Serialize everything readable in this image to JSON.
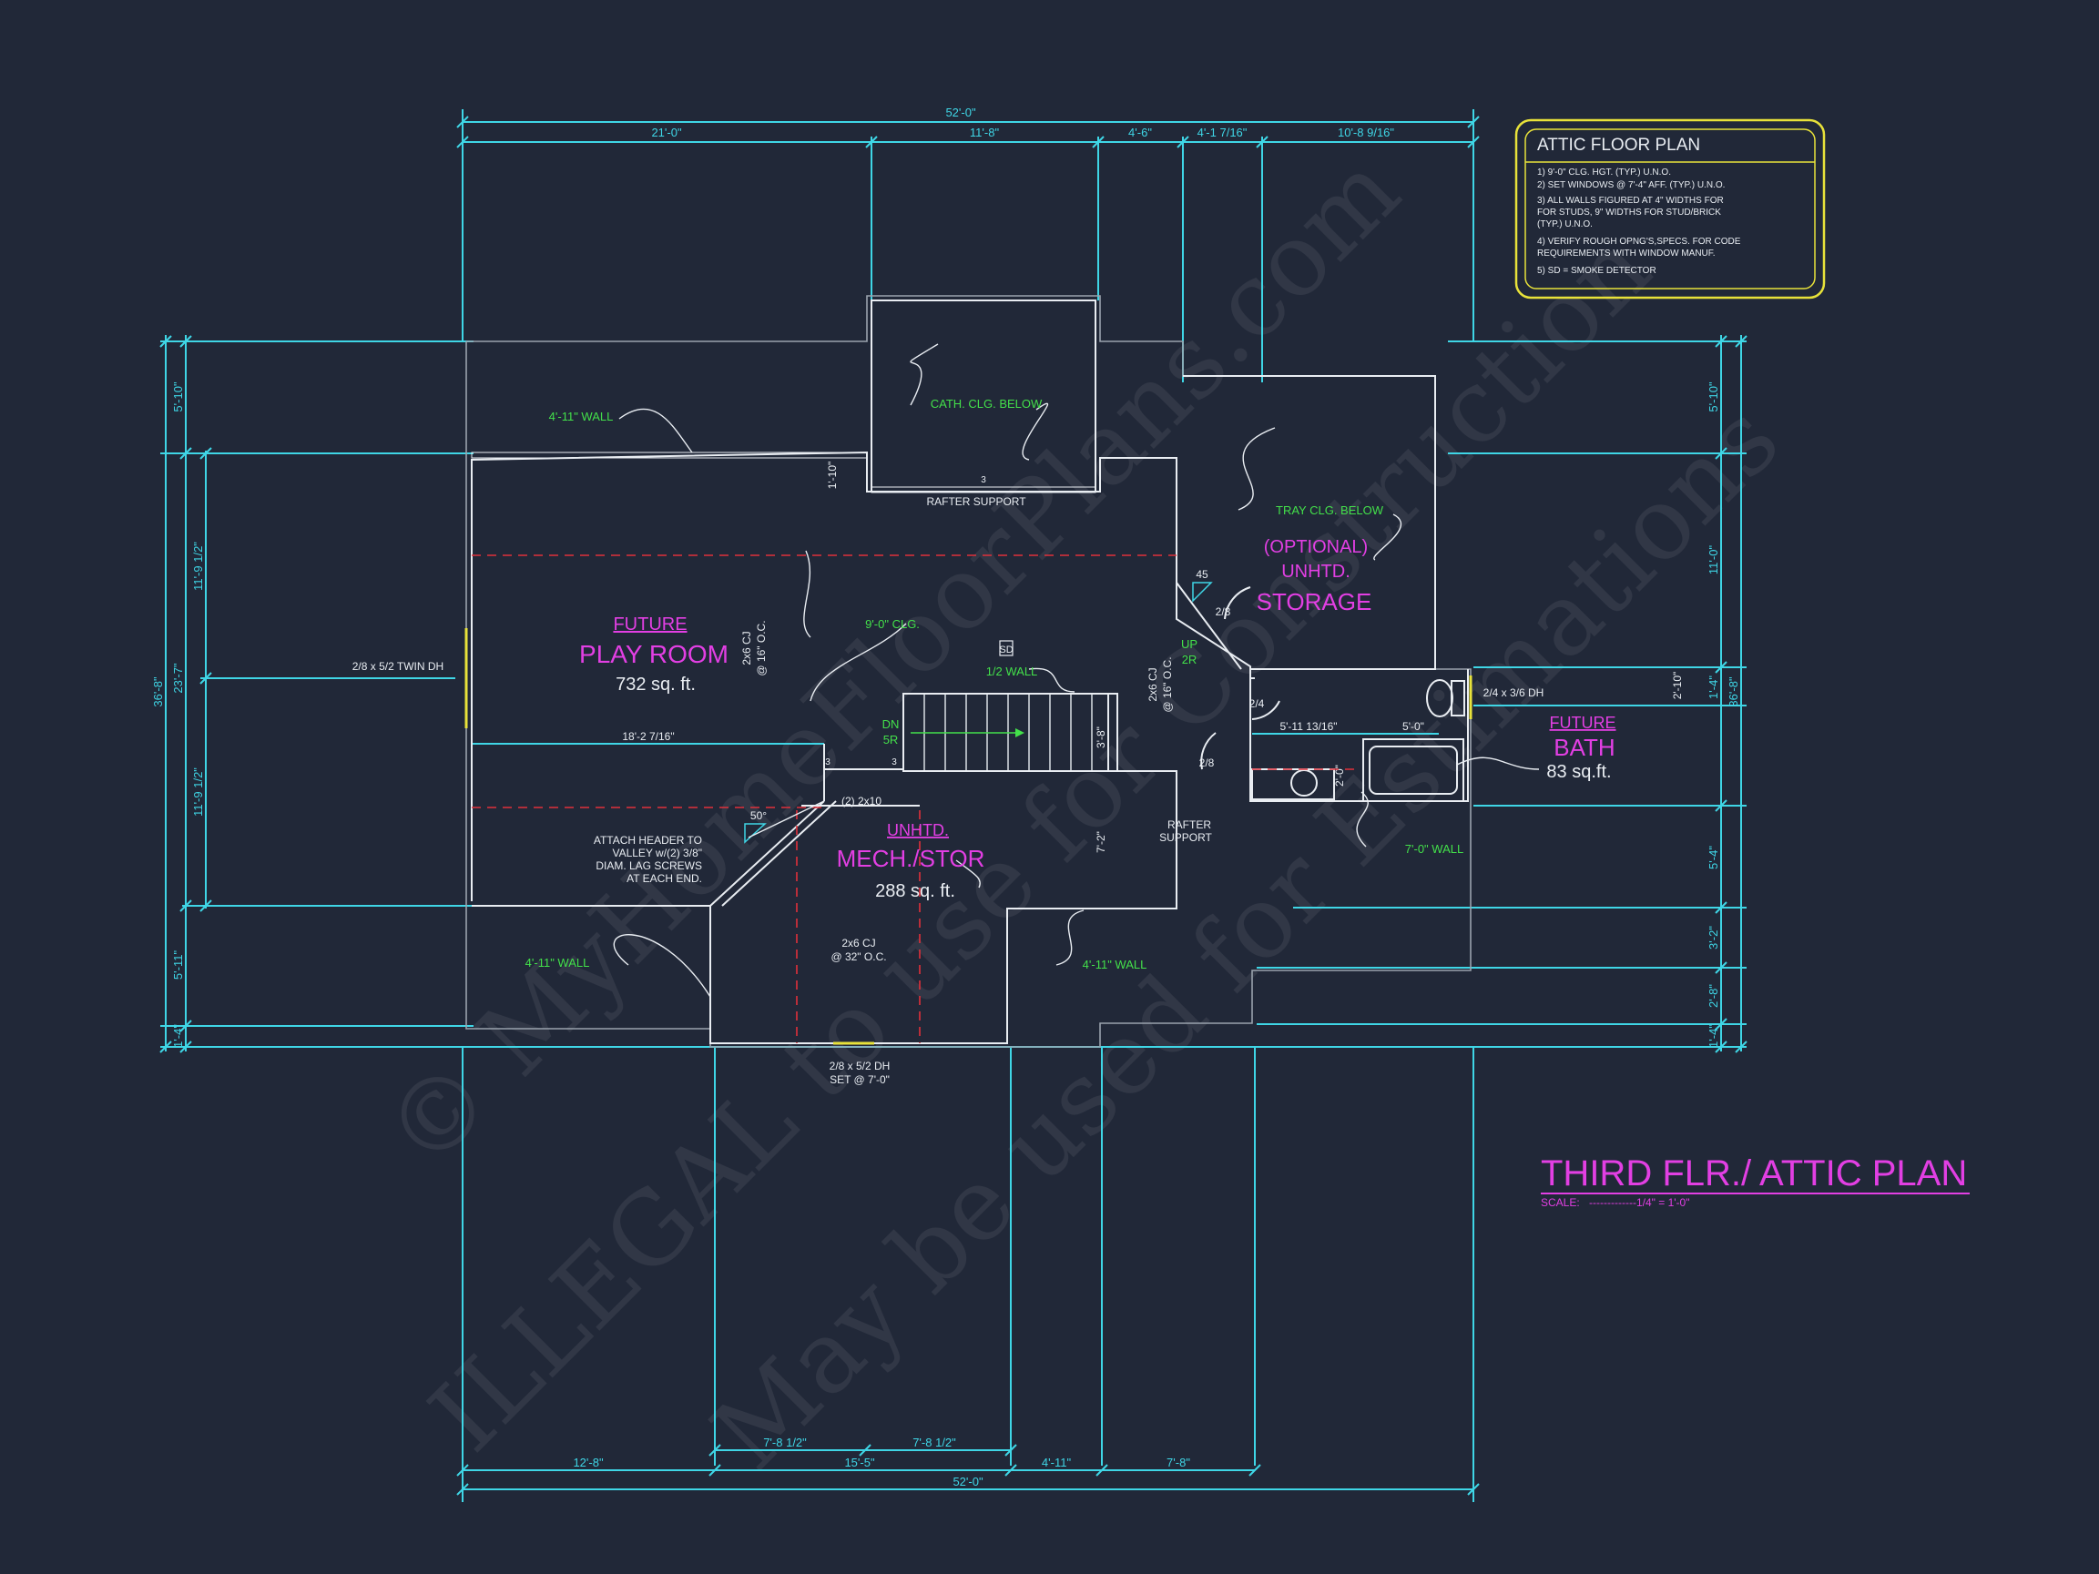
{
  "watermark": {
    "line1": "© MyHomeFloorPlans.com",
    "line2": "ILLEGAL to use for Construction",
    "line3": "May be used for Estimations"
  },
  "notes_box": {
    "title": "ATTIC FLOOR PLAN",
    "items": [
      "1) 9'-0\" CLG. HGT. (TYP.) U.N.O.",
      "2) SET WINDOWS @ 7'-4\" AFF. (TYP.) U.N.O.",
      "3) ALL WALLS FIGURED AT 4\" WIDTHS FOR",
      "    FOR STUDS, 9\" WIDTHS FOR STUD/BRICK",
      "    (TYP.) U.N.O.",
      "4) VERIFY ROUGH OPNG'S,SPECS. FOR CODE",
      "    REQUIREMENTS WITH WINDOW MANUF.",
      "5) SD = SMOKE DETECTOR"
    ]
  },
  "plan_title": {
    "title": "THIRD FLR./ ATTIC PLAN",
    "scale_label": "SCALE:",
    "scale_value": "-------------1/4\" = 1'-0\""
  },
  "dimensions": {
    "top_overall": "52'-0\"",
    "top_segments": [
      "21'-0\"",
      "11'-8\"",
      "4'-6\"",
      "4'-1 7/16\"",
      "10'-8 9/16\""
    ],
    "bottom_overall": "52'-0\"",
    "bottom_segments": [
      "12'-8\"",
      "7'-8 1/2\"",
      "7'-8 1/2\"",
      "15'-5\"",
      "4'-11\"",
      "7'-8\""
    ],
    "left_overall": "36'-8\"",
    "left_segments": [
      "5'-10\"",
      "23'-7\"",
      "11'-9 1/2\"",
      "11'-9 1/2\"",
      "5'-11\"",
      "1'-4\""
    ],
    "right_overall": "36'-8\"",
    "right_segments": [
      "5'-10\"",
      "11'-0\"",
      "1'-4\"",
      "5'-4\"",
      "3'-2\"",
      "2'-8\"",
      "1'-4\""
    ],
    "interior": [
      "18'-2 7/16\"",
      "5'-11 13/16\"",
      "5'-0\"",
      "2'-10\"",
      "2'-0\"",
      "3'-8\"",
      "7'-2\"",
      "1'-10\""
    ]
  },
  "rooms": {
    "play_room": {
      "name1": "FUTURE",
      "name2": "PLAY ROOM",
      "area": "732 sq. ft."
    },
    "mech": {
      "name1": "UNHTD.",
      "name2": "MECH./STOR",
      "area": "288 sq. ft."
    },
    "storage": {
      "name1": "(OPTIONAL)",
      "name2": "UNHTD.",
      "name3": "STORAGE"
    },
    "bath": {
      "name1": "FUTURE",
      "name2": "BATH",
      "area": "83 sq.ft."
    }
  },
  "green_labels": {
    "wall_top": "4'-11\" WALL",
    "cath_clg": "CATH. CLG. BELOW",
    "tray_clg": "TRAY CLG. BELOW",
    "clg_height": "9'-0\" CLG.",
    "half_wall": "1/2 WALL",
    "dn": "DN",
    "dn_risers": "5R",
    "up": "UP",
    "up_risers": "2R",
    "wall_bl": "4'-11\" WALL",
    "wall_bc": "4'-11\" WALL",
    "wall_br": "7'-0\" WALL"
  },
  "white_labels": {
    "rafter_support_top": "RAFTER SUPPORT",
    "rafter_support_right_1": "RAFTER",
    "rafter_support_right_2": "SUPPORT",
    "window_left": "2/8 x 5/2 TWIN DH",
    "window_bottom_1": "2/8 x 5/2 DH",
    "window_bottom_2": "SET @ 7'-0\"",
    "window_bath": "2/4 x 3/6 DH",
    "cj_left_1": "2x6 CJ",
    "cj_left_2": "@ 16\" O.C.",
    "cj_right_1": "2x6 CJ",
    "cj_right_2": "@ 16\" O.C.",
    "cj_bottom_1": "2x6 CJ",
    "cj_bottom_2": "@ 32\" O.C.",
    "header": "(2) 2x10",
    "attach_1": "ATTACH HEADER TO",
    "attach_2": "VALLEY w/(2) 3/8\"",
    "attach_3": "DIAM. LAG SCREWS",
    "attach_4": "AT EACH END.",
    "sd": "SD",
    "door_28a": "2/8",
    "door_28b": "2/8",
    "door_24": "2/4",
    "angle_45": "45",
    "angle_50": "50°",
    "post_3a": "3",
    "post_3b": "3",
    "post_3c": "3"
  },
  "colors": {
    "background": "#212838",
    "dimension": "#3fd6e6",
    "wall": "#e9edf2",
    "green_text": "#43e04a",
    "magenta_text": "#e23fe3",
    "red_dashed": "#e0303a",
    "notes_box_border": "#e8e23a"
  }
}
